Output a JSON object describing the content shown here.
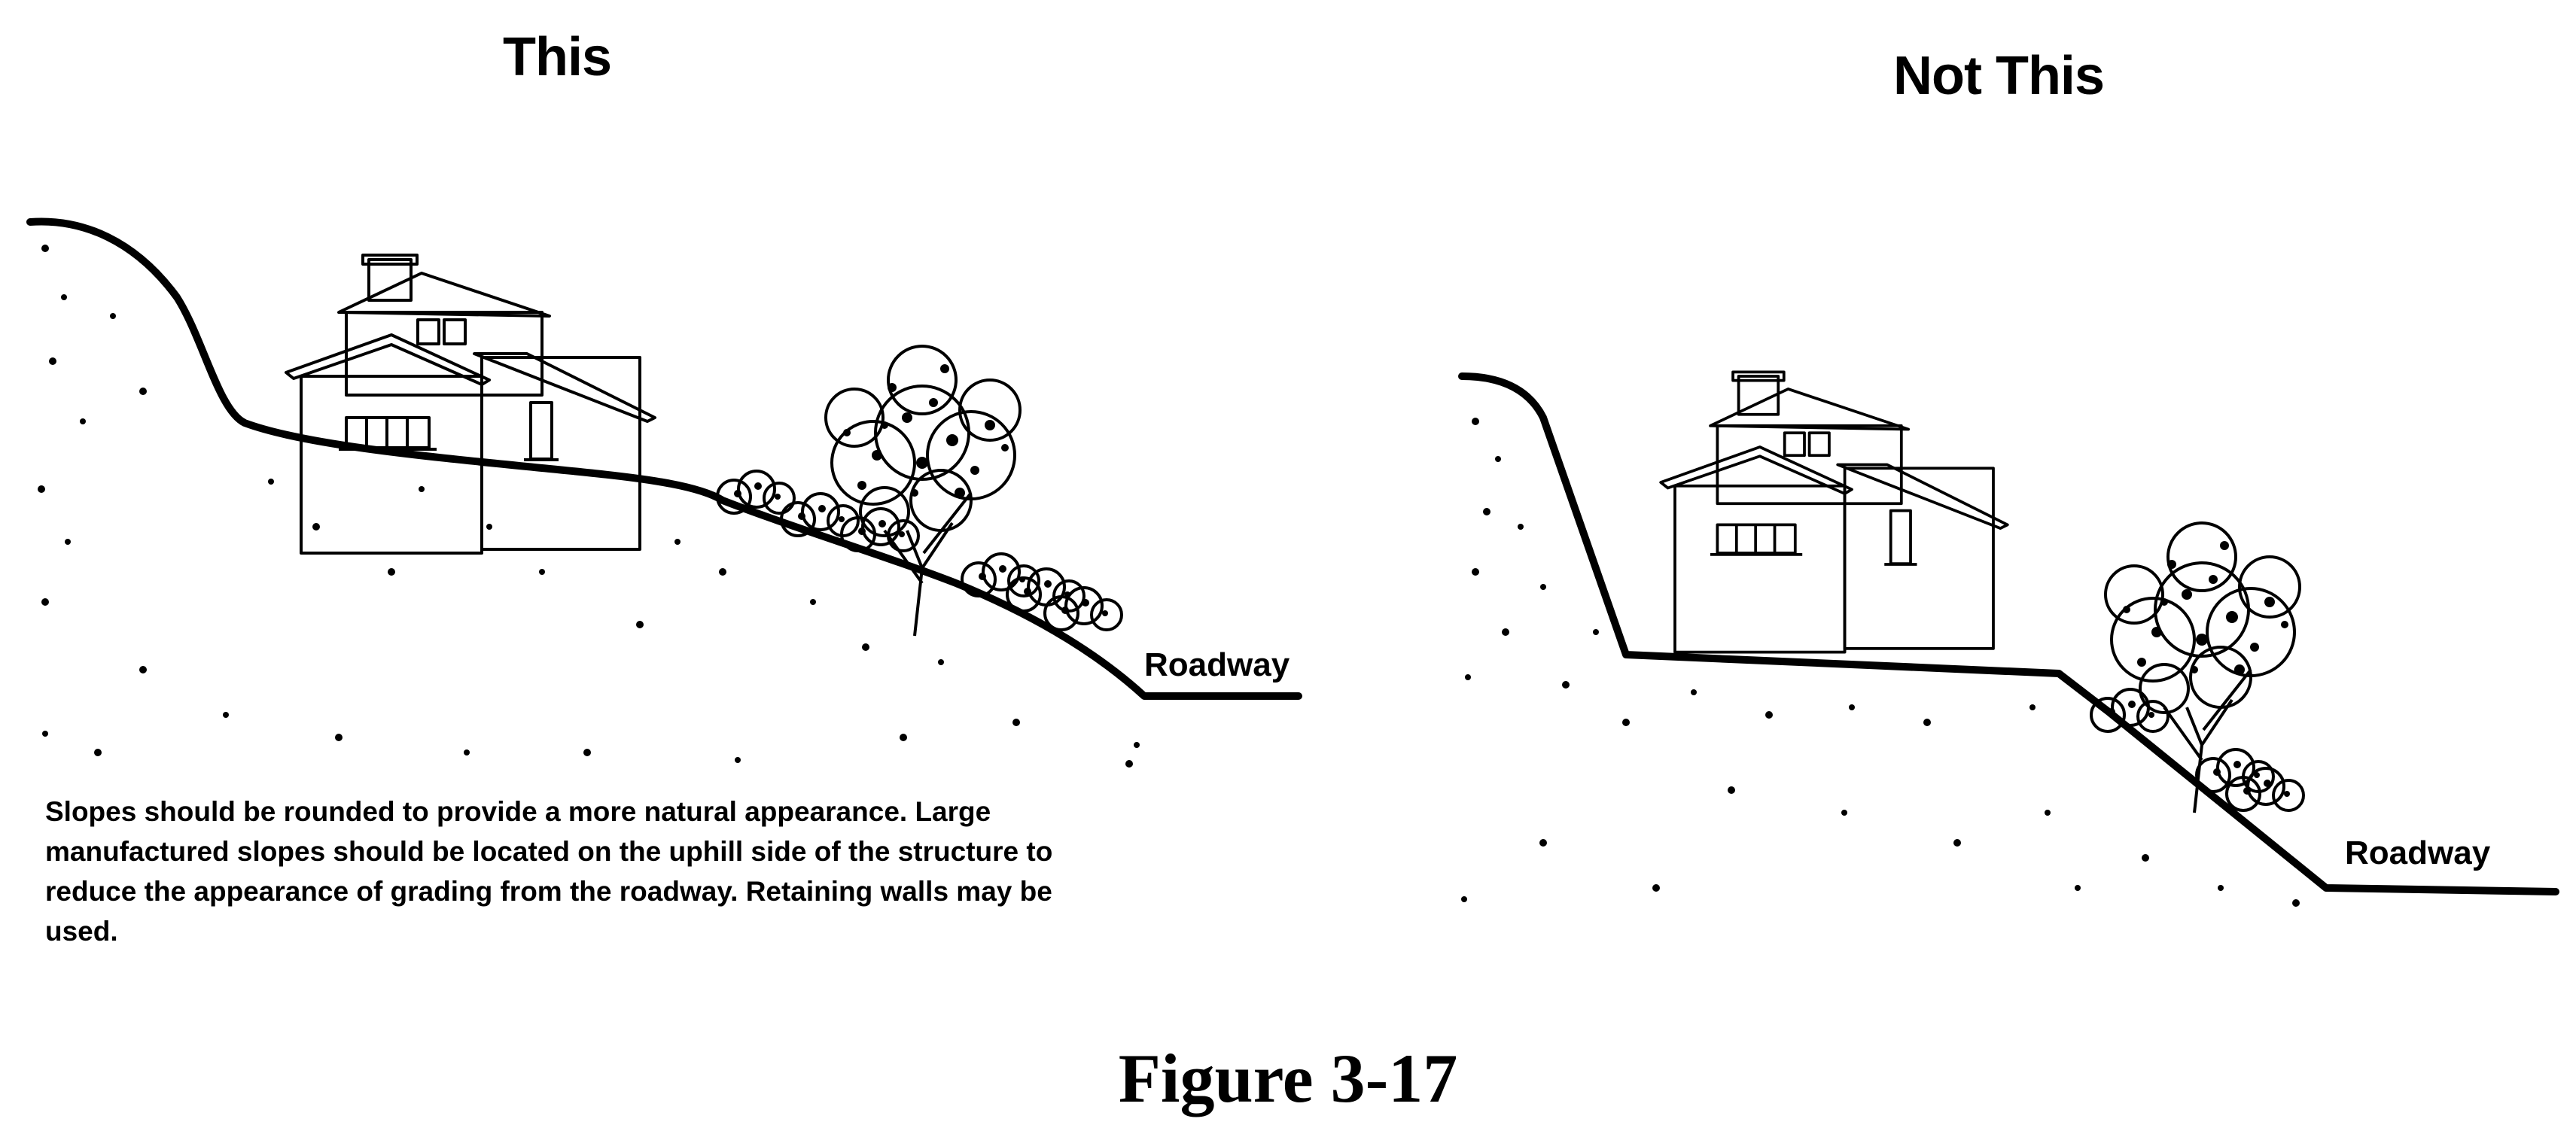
{
  "panels": {
    "left": {
      "heading": "This",
      "road_label": "Roadway"
    },
    "right": {
      "heading": "Not This",
      "road_label": "Roadway"
    }
  },
  "caption": {
    "lines": [
      "Slopes should be rounded to provide a more natural appearance.  Large",
      "manufactured slopes should be located on the uphill side of the structure to",
      "reduce the appearance of grading from the roadway.  Retaining walls may be",
      "used."
    ]
  },
  "figure_title": "Figure 3-17"
}
